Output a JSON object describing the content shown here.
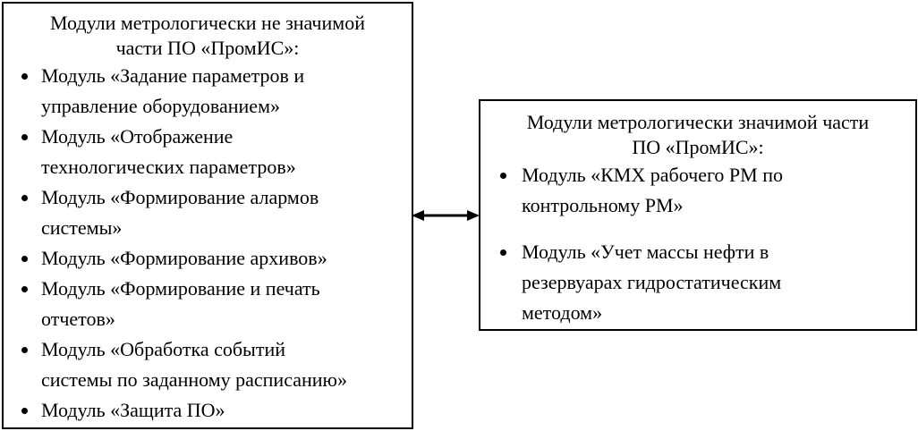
{
  "left_box": {
    "title_lines": [
      "Модули метрологически не значимой",
      "части ПО «ПромИС»:"
    ],
    "items": [
      [
        "Модуль «Задание параметров и",
        "управление оборудованием»"
      ],
      [
        "Модуль «Отображение",
        "технологических параметров»"
      ],
      [
        "Модуль «Формирование алармов",
        "системы»"
      ],
      [
        "Модуль «Формирование архивов»"
      ],
      [
        "Модуль «Формирование и печать",
        "отчетов»"
      ],
      [
        "Модуль «Обработка событий",
        "системы по заданному расписанию»"
      ],
      [
        "Модуль «Защита ПО»"
      ]
    ]
  },
  "right_box": {
    "title_lines": [
      "Модули метрологически значимой части",
      "ПО «ПромИС»:"
    ],
    "items": [
      [
        "Модуль «КМХ рабочего РМ по",
        "контрольному РМ»"
      ],
      [
        "Модуль «Учет массы нефти в",
        "резервуарах гидростатическим",
        "методом»"
      ]
    ]
  },
  "connector": {
    "type": "bidirectional-arrow",
    "color": "#000000"
  }
}
